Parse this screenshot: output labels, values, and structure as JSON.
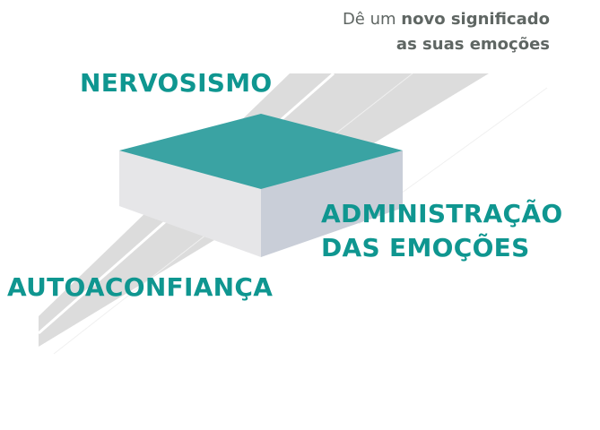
{
  "tagline": {
    "line1_light": "Dê um",
    "line1_bold": "novo significado",
    "line2": "as suas emoções"
  },
  "labels": {
    "top": "NERVOSISMO",
    "right_line1": "ADMINISTRAÇÃO",
    "right_line2": "DAS EMOÇÕES",
    "left": "AUTOACONFIANÇA"
  },
  "colors": {
    "accent": "#0f9690",
    "box_top": "#3aa3a3",
    "box_left": "#e6e6e8",
    "box_right": "#c9ced8",
    "band": "#dcdcdc"
  }
}
